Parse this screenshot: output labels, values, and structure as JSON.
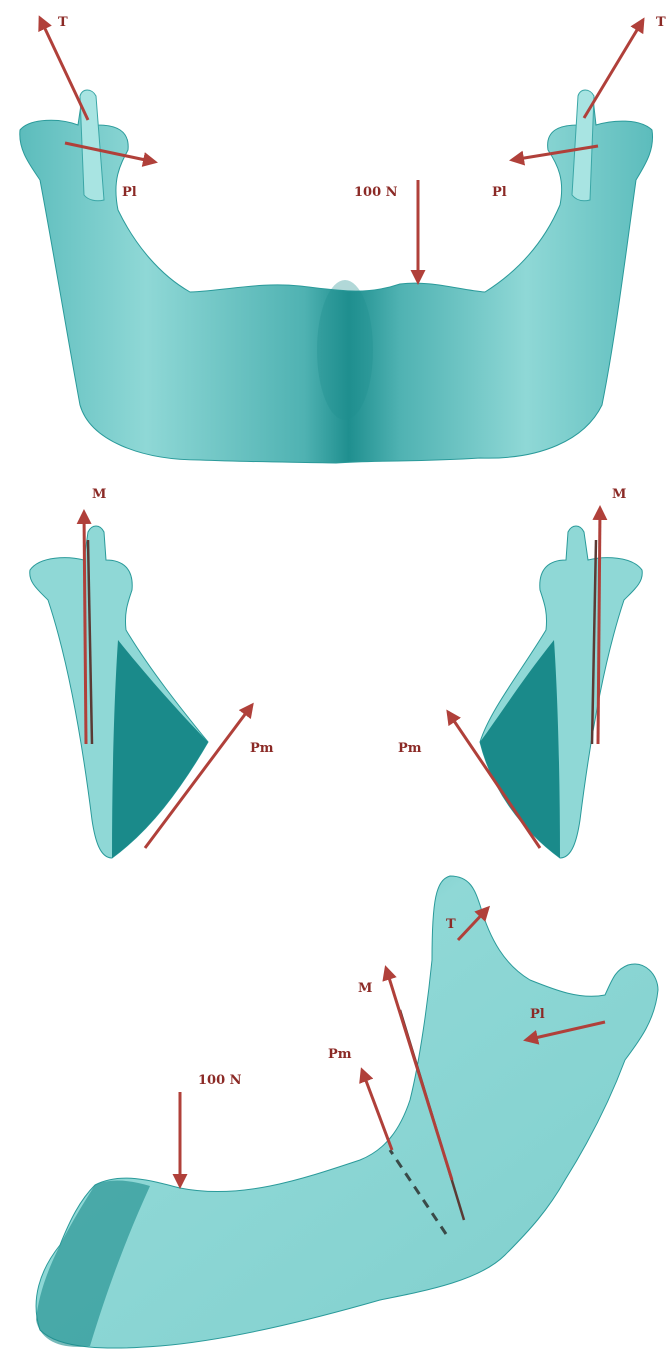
{
  "colors": {
    "bone_light": "#8fd8d6",
    "bone_mid": "#5cbcbc",
    "bone_dark": "#1a8a8a",
    "force_arrow": "#b0403a",
    "label_text": "#8b2a26"
  },
  "top_view": {
    "labels": {
      "temporalis_left": "T",
      "temporalis_right": "T",
      "lateral_pterygoid_left": "Pl",
      "lateral_pterygoid_right": "Pl",
      "bite_force": "100 N"
    }
  },
  "middle_view": {
    "labels": {
      "masseter_left": "M",
      "masseter_right": "M",
      "medial_pterygoid_left": "Pm",
      "medial_pterygoid_right": "Pm"
    }
  },
  "bottom_view": {
    "labels": {
      "temporalis": "T",
      "lateral_pterygoid": "Pl",
      "masseter": "M",
      "medial_pterygoid": "Pm",
      "bite_force": "100 N"
    }
  }
}
